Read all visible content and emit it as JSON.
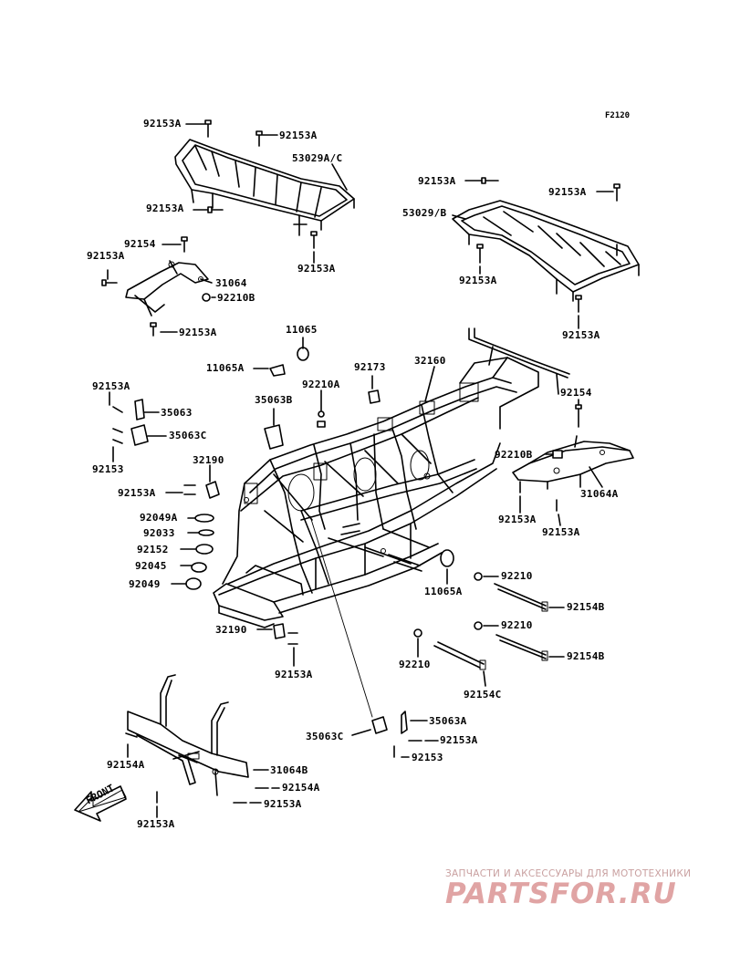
{
  "diagram_code": "F2120",
  "front_label": "FRONT",
  "watermark": {
    "tagline": "ЗАПЧАСТИ И АКСЕССУАРЫ ДЛЯ МОТОТЕХНИКИ",
    "logo": "PARTSFOR.RU"
  },
  "labels": {
    "rear_rack": [
      "92153A",
      "92153A",
      "53029A/C",
      "92153A",
      "92153A"
    ],
    "front_rack": [
      "92153A",
      "92153A",
      "53029/B",
      "92153A",
      "92153A"
    ],
    "rear_bracket": [
      "92154",
      "92153A",
      "31064",
      "92210B",
      "92153A"
    ],
    "upper_center": [
      "11065",
      "11065A",
      "92173",
      "32160",
      "92210A",
      "35063B"
    ],
    "left_parts": [
      "92153A",
      "35063",
      "35063C",
      "92153",
      "32190",
      "92153A",
      "92049A",
      "92033",
      "92152",
      "92045",
      "92049"
    ],
    "right_bracket": [
      "92154",
      "92210B",
      "31064A",
      "92153A",
      "92153A"
    ],
    "right_rods": [
      "11065A",
      "92210",
      "92154B",
      "92210",
      "92154B",
      "92210",
      "92154C"
    ],
    "lower_center": [
      "32190",
      "92153A",
      "35063A",
      "35063C",
      "92153A",
      "92153"
    ],
    "bumper": [
      "92154A",
      "31064B",
      "92154A",
      "92153A",
      "92153A"
    ]
  }
}
